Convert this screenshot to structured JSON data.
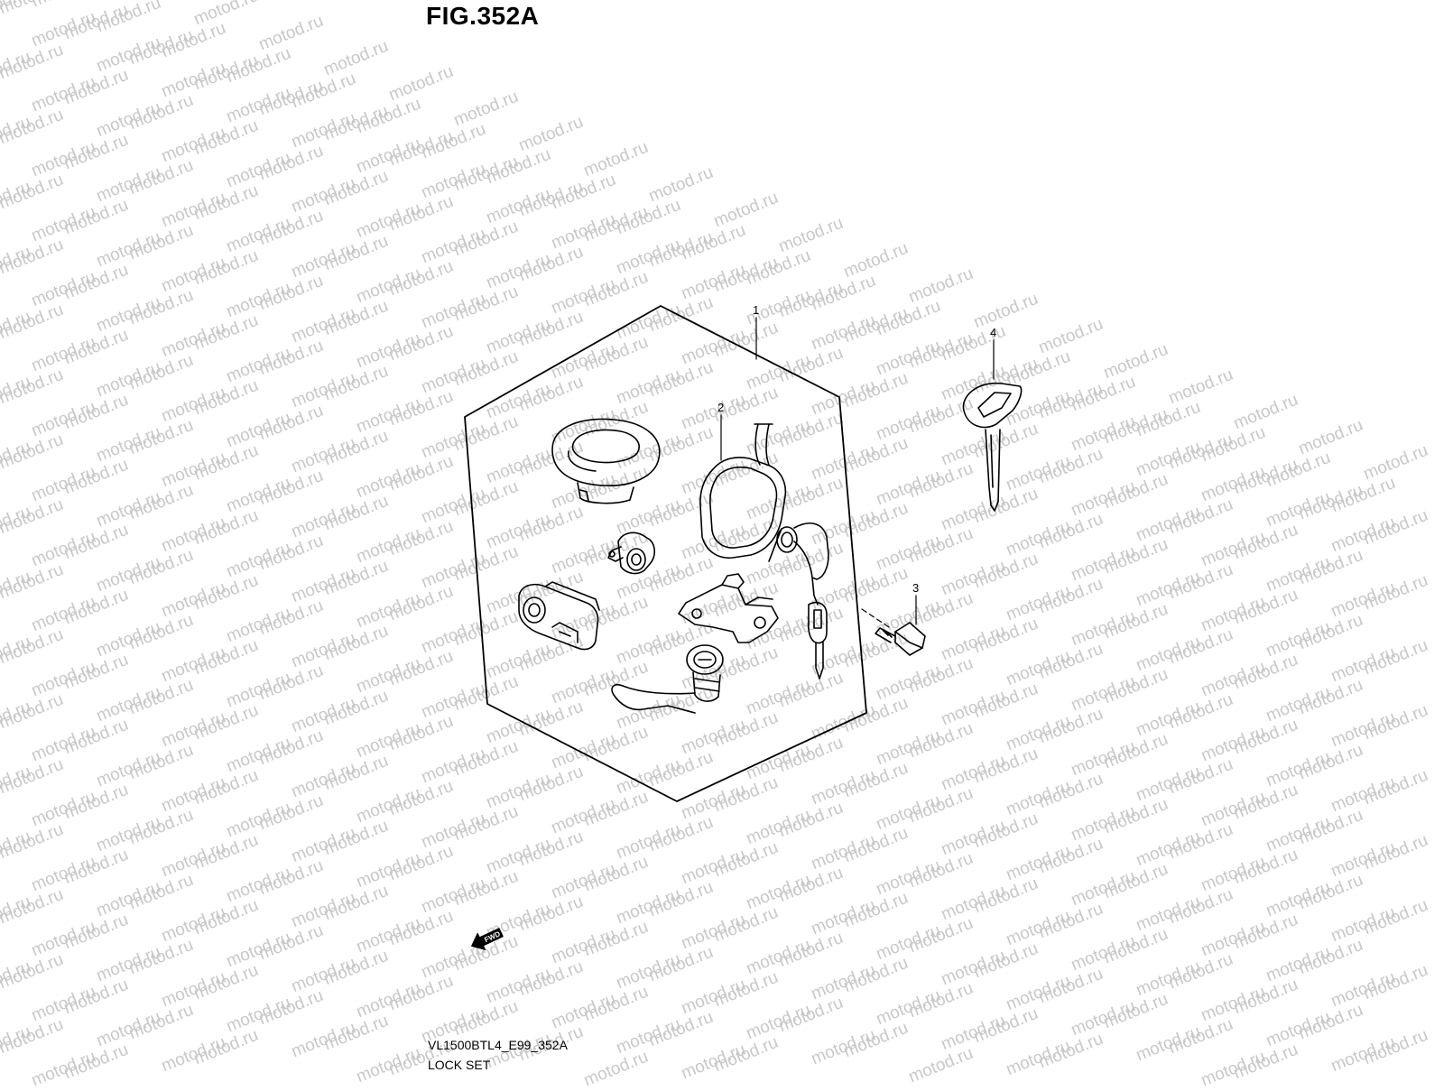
{
  "figure": {
    "title": "FIG.352A",
    "model_code": "VL1500BTL4_E99_352A",
    "group_name": "LOCK SET"
  },
  "watermark": {
    "text": "motod.ru",
    "color": "#c8c8c8"
  },
  "callouts": [
    {
      "label": "1"
    },
    {
      "label": "2"
    },
    {
      "label": "3"
    },
    {
      "label": "4"
    }
  ],
  "direction_marker": {
    "label": "FWD",
    "icon": "fwd-arrow-icon"
  },
  "colors": {
    "line": "#000000",
    "background": "#ffffff"
  }
}
